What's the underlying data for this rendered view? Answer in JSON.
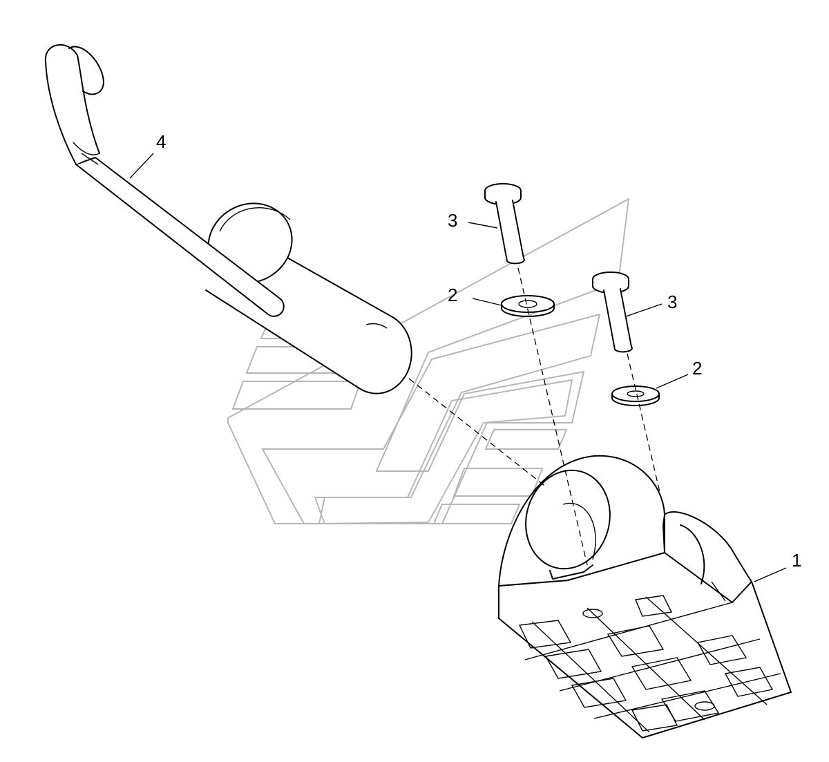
{
  "diagram": {
    "background": "#ffffff",
    "line_color": "#000000",
    "watermark_color": "#b5b5b5",
    "callouts": [
      {
        "id": "callout-1",
        "label": "1",
        "part": "base-block"
      },
      {
        "id": "callout-2a",
        "label": "2",
        "part": "washer"
      },
      {
        "id": "callout-2b",
        "label": "2",
        "part": "washer"
      },
      {
        "id": "callout-3a",
        "label": "3",
        "part": "bolt"
      },
      {
        "id": "callout-3b",
        "label": "3",
        "part": "bolt"
      },
      {
        "id": "callout-4",
        "label": "4",
        "part": "handle-rod"
      }
    ]
  }
}
